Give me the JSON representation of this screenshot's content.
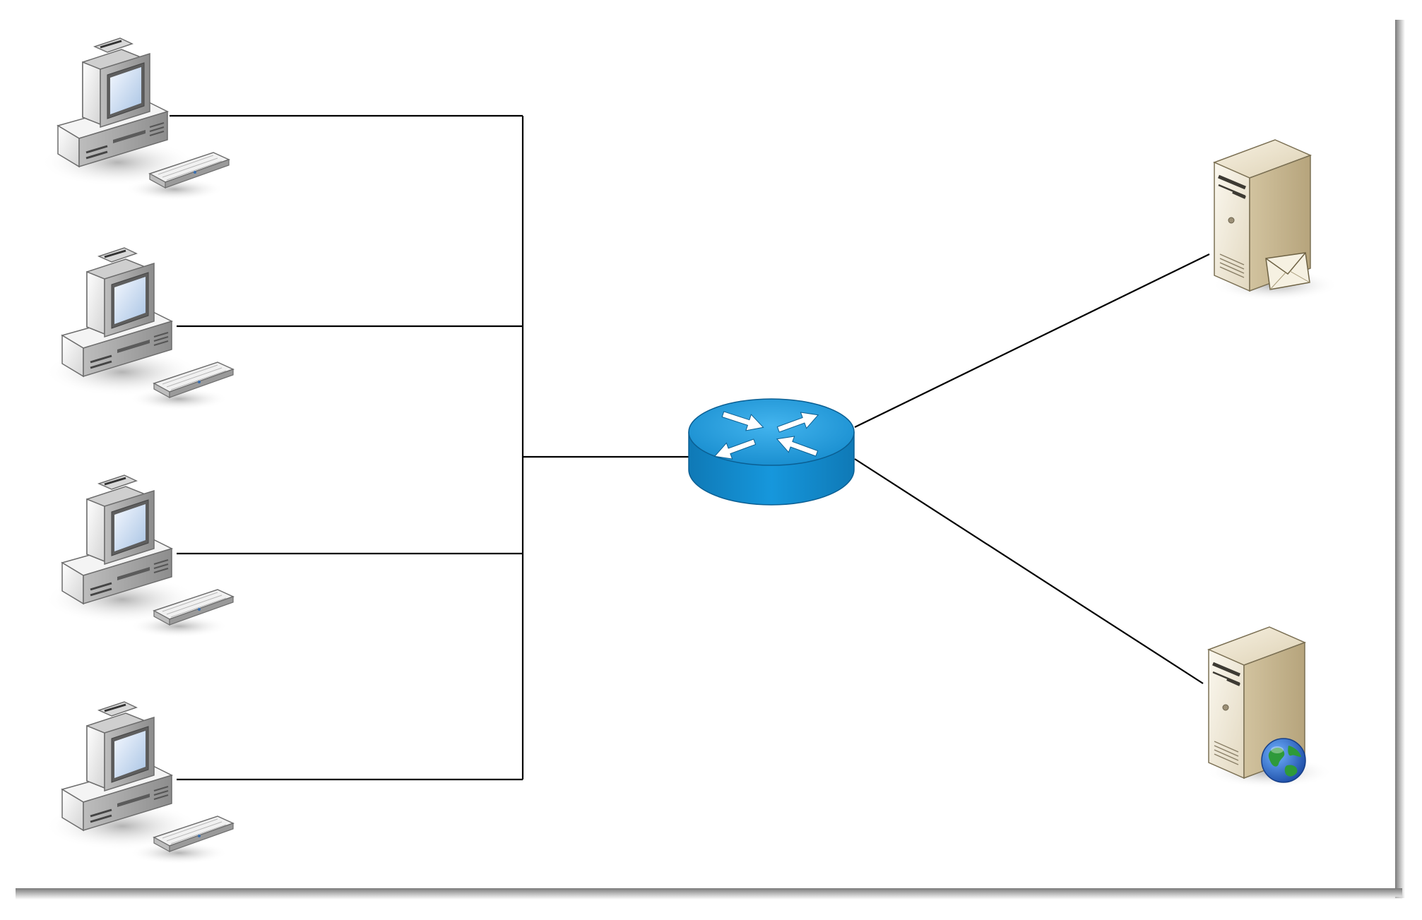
{
  "diagram": {
    "nodes": [
      {
        "id": "pc-1",
        "type": "workstation",
        "icon": "computer-icon"
      },
      {
        "id": "pc-2",
        "type": "workstation",
        "icon": "computer-icon"
      },
      {
        "id": "pc-3",
        "type": "workstation",
        "icon": "computer-icon"
      },
      {
        "id": "pc-4",
        "type": "workstation",
        "icon": "computer-icon"
      },
      {
        "id": "router",
        "type": "router",
        "icon": "router-icon"
      },
      {
        "id": "mail-server",
        "type": "server",
        "icon": "mail-server-icon"
      },
      {
        "id": "web-server",
        "type": "server",
        "icon": "web-server-icon"
      }
    ],
    "connections": [
      {
        "from": "pc-1",
        "to": "router"
      },
      {
        "from": "pc-2",
        "to": "router"
      },
      {
        "from": "pc-3",
        "to": "router"
      },
      {
        "from": "pc-4",
        "to": "router"
      },
      {
        "from": "router",
        "to": "mail-server"
      },
      {
        "from": "router",
        "to": "web-server"
      }
    ],
    "colors": {
      "router_blue": "#1a8fd0",
      "router_dark": "#0e6aa0",
      "server_beige": "#efe7d3",
      "computer_gray": "#e4e4e4",
      "line": "#000000",
      "globe_blue": "#1f5fbf",
      "globe_green": "#2e9a3a"
    }
  }
}
